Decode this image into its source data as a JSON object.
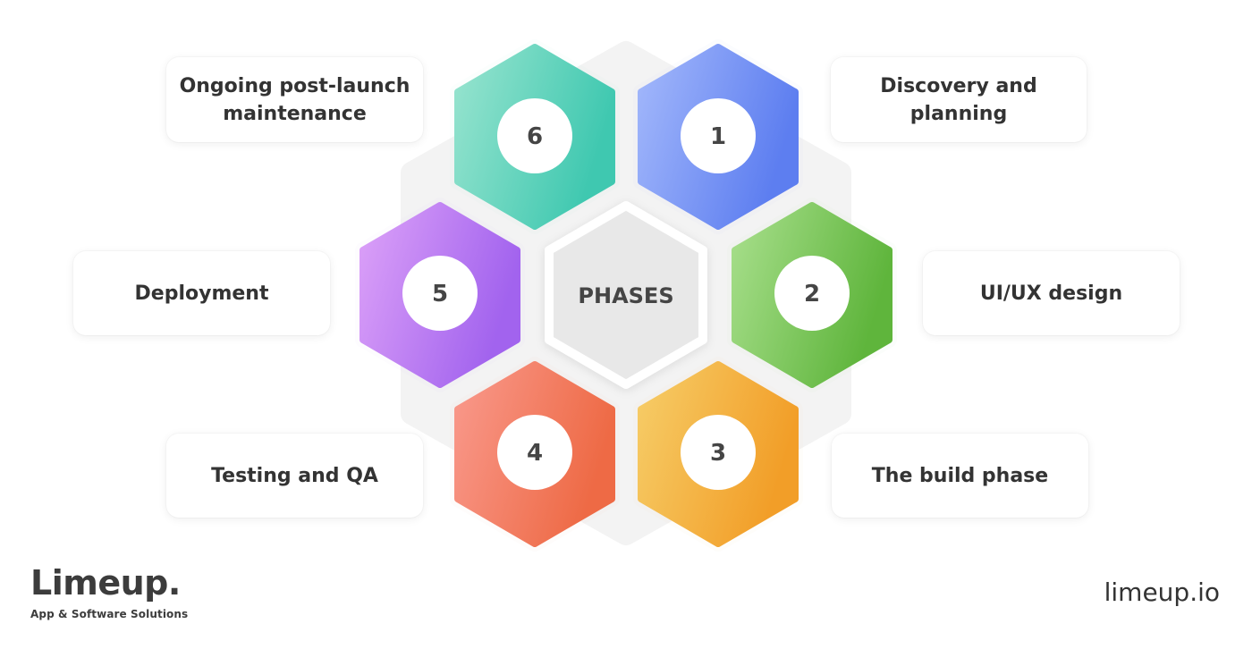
{
  "center": {
    "label": "PHASES"
  },
  "phases": [
    {
      "number": "1",
      "label": "Discovery and planning",
      "color_start": "#a3b8fb",
      "color_end": "#5d7ef0"
    },
    {
      "number": "2",
      "label": "UI/UX design",
      "color_start": "#a8df8c",
      "color_end": "#5fb53c"
    },
    {
      "number": "3",
      "label": "The build phase",
      "color_start": "#f6cd68",
      "color_end": "#f29e28"
    },
    {
      "number": "4",
      "label": "Testing and QA",
      "color_start": "#f9998c",
      "color_end": "#ee6a45"
    },
    {
      "number": "5",
      "label": "Deployment",
      "color_start": "#dca1f8",
      "color_end": "#a263ee"
    },
    {
      "number": "6",
      "label": "Ongoing post-launch maintenance",
      "color_start": "#98e4cf",
      "color_end": "#3fc8b0"
    }
  ],
  "brand": {
    "name": "Limeup.",
    "tagline": "App & Software Solutions",
    "website": "limeup.io"
  }
}
